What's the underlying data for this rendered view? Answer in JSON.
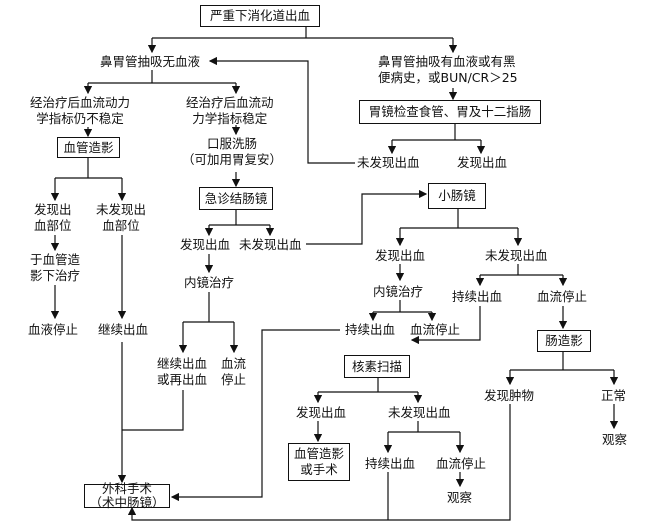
{
  "nodes": {
    "top": "严重下消化道出血",
    "ng_no_blood": "鼻胃管抽吸无血液",
    "ng_blood_line1": "鼻胃管抽吸有血液或有黑",
    "ng_blood_line2": "便病史，或BUN/CR＞25",
    "unstable_line1": "经治疗后血流动力",
    "unstable_line2": "学指标仍不稳定",
    "stable_line1": "经治疗后血流动",
    "stable_line2": "力学指标稳定",
    "egd": "胃镜检查食管、胃及十二指肠",
    "angio": "血管造影",
    "oral_lavage_line1": "口服洗肠",
    "oral_lavage_line2": "（可加用胃复安）",
    "egd_not_found": "未发现出血",
    "egd_found": "发现出血",
    "urgent_colon": "急诊结肠镜",
    "small_bowel": "小肠镜",
    "angio_found_line1": "发现出",
    "angio_found_line2": "血部位",
    "angio_not_found_line1": "未发现出",
    "angio_not_found_line2": "血部位",
    "angio_treat_line1": "于血管造",
    "angio_treat_line2": "影下治疗",
    "bleeding_stop_1": "血液停止",
    "continue_bleeding_1": "继续出血",
    "colon_found": "发现出血",
    "colon_not_found": "未发现出血",
    "endo_treat": "内镜治疗",
    "continue_or_rebleed_line1": "继续出血",
    "continue_or_rebleed_line2": "或再出血",
    "flow_stop_line1": "血流",
    "flow_stop_line2": "停止",
    "sb_found": "发现出血",
    "sb_not_found": "未发现出血",
    "sb_endo_treat": "内镜治疗",
    "persistent_1": "持续出血",
    "flow_stop_2": "血流停止",
    "persistent_2": "持续出血",
    "flow_stop_3": "血流停止",
    "nuclide": "核素扫描",
    "small_bowel_contrast": "肠造影",
    "nuc_found": "发现出血",
    "nuc_not_found": "未发现出血",
    "tumor": "发现肿物",
    "normal": "正常",
    "angio_or_surgery_line1": "血管造影",
    "angio_or_surgery_line2": "或手术",
    "persistent_3": "持续出血",
    "flow_stop_4": "血流停止",
    "observe_1": "观察",
    "observe_2": "观察",
    "surgery_line1": "外科手术",
    "surgery_line2": "（术中肠镜）"
  }
}
